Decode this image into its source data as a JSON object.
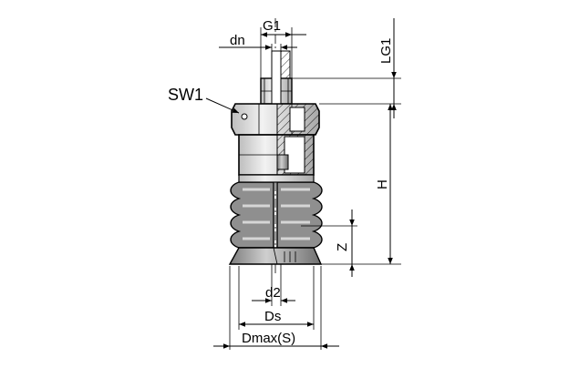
{
  "labels": {
    "g1": "G1",
    "dn": "dn",
    "lg1": "LG1",
    "sw1": "SW1",
    "h": "H",
    "z": "Z",
    "d2": "d2",
    "ds": "Ds",
    "dmax": "Dmax(S)"
  },
  "colors": {
    "line": "#000000",
    "shade_dark": "#8f8f8f",
    "shade_light": "#d6d6d6",
    "background": "#ffffff"
  }
}
